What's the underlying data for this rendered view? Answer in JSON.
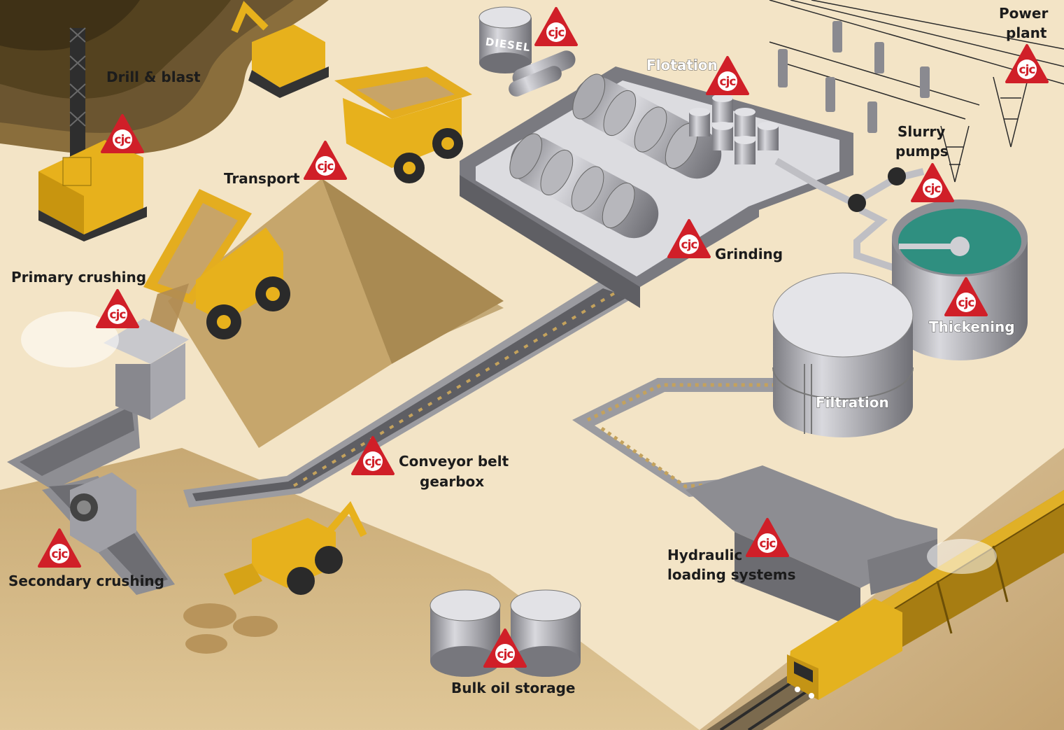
{
  "labels": {
    "drill_blast": "Drill & blast",
    "transport": "Transport",
    "primary_crushing": "Primary crushing",
    "secondary_crushing": "Secondary crushing",
    "conveyor_line1": "Conveyor belt",
    "conveyor_line2": "gearbox",
    "flotation": "Flotation",
    "grinding": "Grinding",
    "power_line1": "Power",
    "power_line2": "plant",
    "slurry_line1": "Slurry",
    "slurry_line2": "pumps",
    "thickening": "Thickening",
    "filtration": "Filtration",
    "hydraulic_line1": "Hydraulic",
    "hydraulic_line2": "loading systems",
    "bulk_oil": "Bulk oil storage"
  },
  "tank_text": "DIESEL",
  "badge": {
    "text": "cjc",
    "fill": "#d01f28",
    "inner": "#ffffff"
  },
  "colors": {
    "ground": "#f3e4c6",
    "dirt": "#c4a36b",
    "rock_dark": "#6b5530",
    "machine_yellow": "#e8b21c",
    "steel": "#9a9aa0",
    "water": "#2f8f80"
  }
}
